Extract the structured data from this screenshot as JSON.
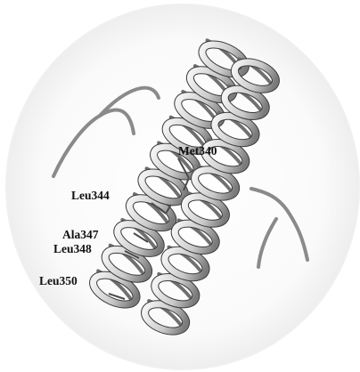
{
  "residue_labels": {
    "met340": "Met340",
    "leu344": "Leu344",
    "ala347": "Ala347",
    "leu348": "Leu348",
    "leu350": "Leu350"
  },
  "colors": {
    "background": "#ffffff",
    "disc": "#f7f7f7",
    "ribbon_light": "#e6e6e6",
    "ribbon_mid": "#b8b8b8",
    "ribbon_dark": "#6f6f6f",
    "outline": "#3a3a3a",
    "label": "#111111"
  },
  "icons": [
    "protein-helix-bundle-ribbon"
  ]
}
